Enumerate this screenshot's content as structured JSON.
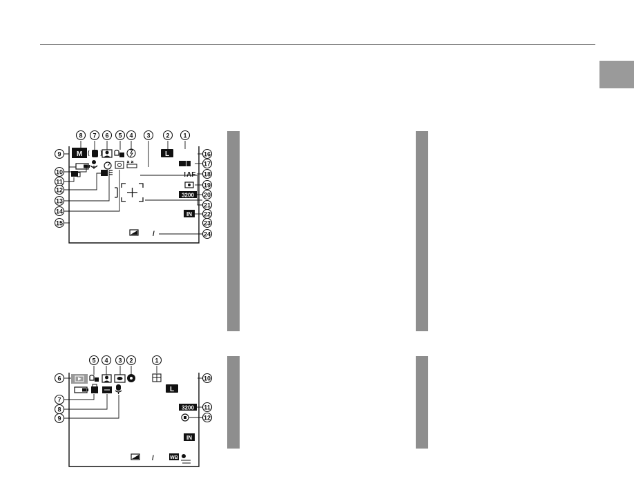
{
  "top": {
    "callouts": [
      "1",
      "2",
      "3",
      "4",
      "5",
      "6",
      "7",
      "8",
      "9",
      "10",
      "11",
      "12",
      "13",
      "14",
      "15",
      "16",
      "17",
      "18",
      "19",
      "20",
      "21",
      "22",
      "23",
      "24"
    ],
    "mode_label": "M",
    "size_label": "L",
    "iso_label": "3200",
    "memory_label": "IN",
    "af_label": "AF",
    "af_prefix": "!",
    "slash": "/"
  },
  "bottom": {
    "callouts": [
      "1",
      "2",
      "3",
      "4",
      "5",
      "6",
      "7",
      "8",
      "9",
      "10",
      "11",
      "12"
    ],
    "size_label": "L",
    "iso_label": "3200",
    "memory_label": "IN",
    "wb_label": "WB",
    "slash": "/"
  }
}
